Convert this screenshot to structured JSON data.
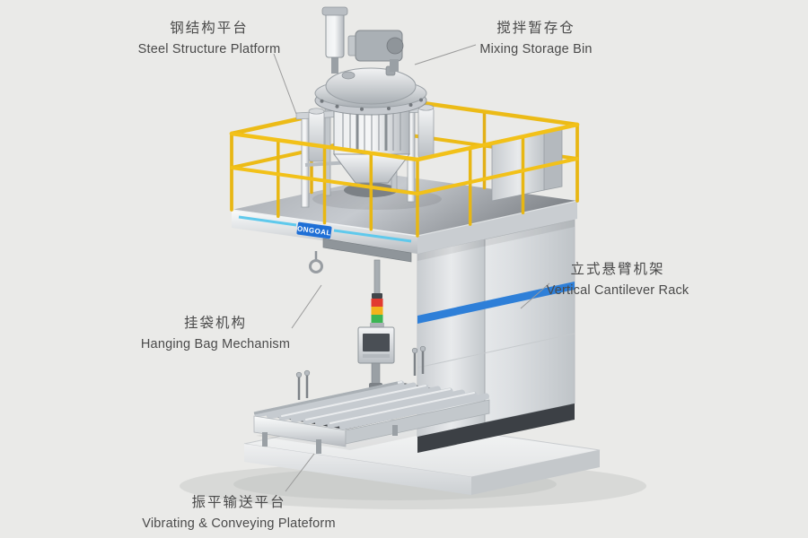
{
  "figure": {
    "background_color": "#eaeae8",
    "text_color": "#4a4a4a"
  },
  "brand": {
    "logo_text": "ONGOAL",
    "logo_color": "#1e6fd6"
  },
  "labels": [
    {
      "id": "steel-structure-platform",
      "zh": "钢结构平台",
      "en": "Steel Structure Platform"
    },
    {
      "id": "mixing-storage-bin",
      "zh": "搅拌暂存仓",
      "en": "Mixing Storage Bin"
    },
    {
      "id": "hanging-bag-mechanism",
      "zh": "挂袋机构",
      "en": "Hanging Bag Mechanism"
    },
    {
      "id": "vertical-cantilever-rack",
      "zh": "立式悬臂机架",
      "en": "Vertical Cantilever Rack"
    },
    {
      "id": "vibrating-conveying-platform",
      "zh": "振平输送平台",
      "en": "Vibrating & Conveying Plateform"
    }
  ],
  "machine_colors": {
    "railing": "#f2c119",
    "accent_stripe": "#2e7fd8",
    "fascia_stripe": "#5fc9ec",
    "signal_lights": [
      "#e23b30",
      "#f2b31c",
      "#3cb554"
    ]
  }
}
